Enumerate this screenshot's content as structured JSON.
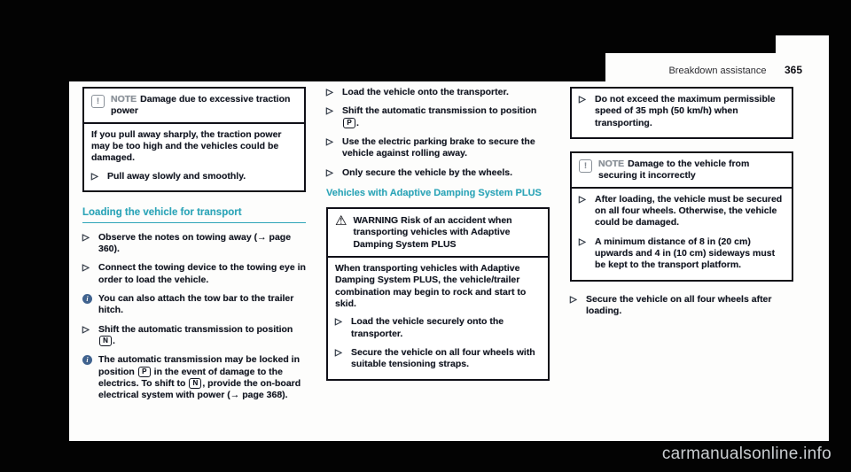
{
  "theme": {
    "accent_teal": "#2da5b8",
    "page_bg": "#ffffff",
    "canvas_bg": "#000000",
    "watermark_color": "#c9cdd0"
  },
  "icons": {
    "note": "!",
    "warning": "⚠",
    "info": "i",
    "arrow": "▷"
  },
  "header": {
    "section_title": "Breakdown assistance",
    "page_number": "365"
  },
  "left_column": {
    "note_box": {
      "label": "NOTE",
      "title": "Damage due to excessive traction power",
      "body": "If you pull away sharply, the traction power may be too high and the vehicles could be damaged.",
      "action": "Pull away slowly and smoothly."
    },
    "section_heading": "Loading the vehicle for transport",
    "bullets": [
      {
        "text": "Observe the notes on towing away (→ page 360)."
      },
      {
        "text": "Connect the towing device to the towing eye in order to load the vehicle."
      },
      {
        "text": "You can also attach the tow bar to the trailer hitch."
      },
      {
        "text_before": "Shift the automatic transmission to position ",
        "key": "N",
        "text_after": "."
      },
      {
        "text_before": "The automatic transmission may be locked in position ",
        "key": "P",
        "text_middle": " in the event of damage to the electrics. To shift to ",
        "key2": "N",
        "text_after": ", provide the on-board electrical system with power (→ page 368)."
      }
    ]
  },
  "middle_column": {
    "bullets": [
      {
        "text": "Load the vehicle onto the transporter."
      },
      {
        "text_before": "Shift the automatic transmission to position ",
        "key": "P",
        "text_after": "."
      },
      {
        "text": "Use the electric parking brake to secure the vehicle against rolling away."
      },
      {
        "text": "Only secure the vehicle by the wheels."
      }
    ],
    "subheading": "Vehicles with Adaptive Damping System PLUS",
    "warning_box": {
      "label": "WARNING",
      "title": "Risk of an accident when transporting vehicles with Adaptive Damping System PLUS",
      "body": "When transporting vehicles with Adaptive Damping System PLUS, the vehicle/trailer combination may begin to rock and start to skid.",
      "actions": [
        "Load the vehicle securely onto the transporter.",
        "Secure the vehicle on all four wheels with suitable tensioning straps."
      ]
    }
  },
  "right_column": {
    "warning_continuation": {
      "action": "Do not exceed the maximum permissible speed of 35 mph (50 km/h) when transporting."
    },
    "note_box": {
      "label": "NOTE",
      "title": "Damage to the vehicle from securing it incorrectly",
      "actions": [
        "After loading, the vehicle must be secured on all four wheels. Otherwise, the vehicle could be damaged.",
        "A minimum distance of 8 in (20 cm) upwards and 4 in (10 cm) sideways must be kept to the transport platform."
      ]
    },
    "final_bullet": "Secure the vehicle on all four wheels after loading."
  },
  "watermark": {
    "text": "carmanualsonline.info"
  }
}
